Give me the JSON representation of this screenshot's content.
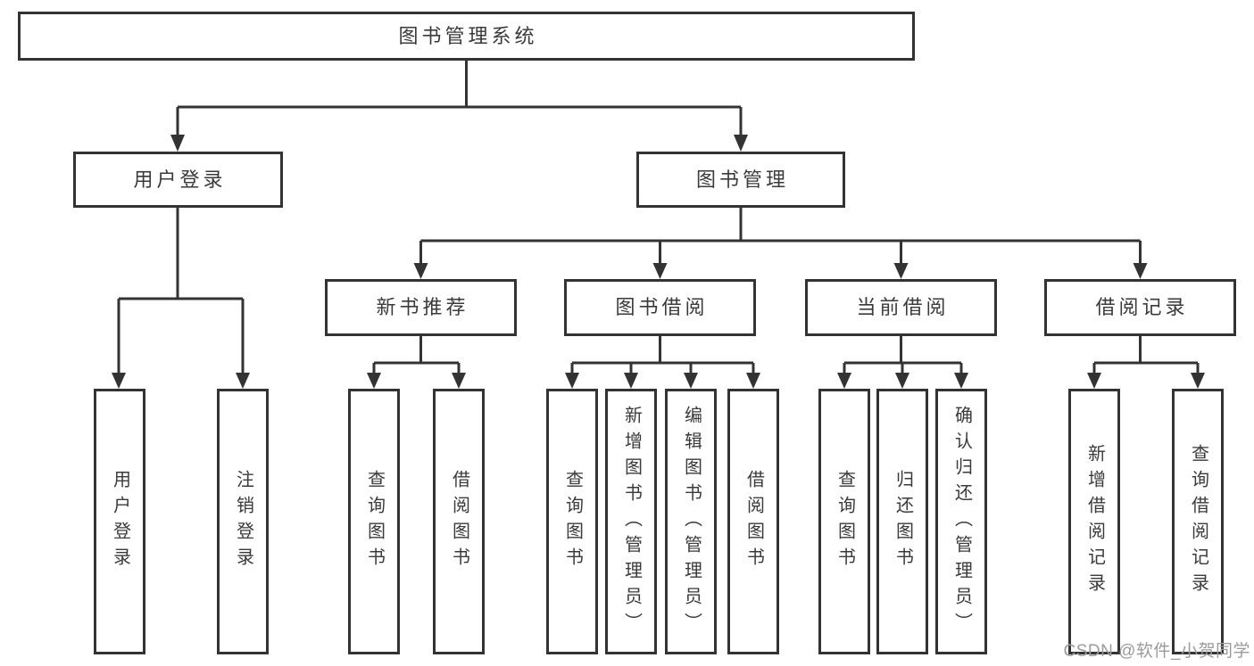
{
  "colors": {
    "line": "#333333",
    "box_border": "#333333",
    "text": "#3a3a3a",
    "background": "#ffffff",
    "watermark": "#9b9b9b"
  },
  "tree": {
    "root": {
      "label": "图书管理系统"
    },
    "branches": [
      {
        "label": "用户登录",
        "children": [
          {
            "label": "用户登录"
          },
          {
            "label": "注销登录"
          }
        ]
      },
      {
        "label": "图书管理",
        "children": [
          {
            "label": "新书推荐",
            "children": [
              {
                "label": "查询图书"
              },
              {
                "label": "借阅图书"
              }
            ]
          },
          {
            "label": "图书借阅",
            "children": [
              {
                "label": "查询图书"
              },
              {
                "label": "新增图书（管理员）"
              },
              {
                "label": "编辑图书（管理员）"
              },
              {
                "label": "借阅图书"
              }
            ]
          },
          {
            "label": "当前借阅",
            "children": [
              {
                "label": "查询图书"
              },
              {
                "label": "归还图书"
              },
              {
                "label": "确认归还（管理员）"
              }
            ]
          },
          {
            "label": "借阅记录",
            "children": [
              {
                "label": "新增借阅记录"
              },
              {
                "label": "查询借阅记录"
              }
            ]
          }
        ]
      }
    ]
  },
  "watermark": {
    "text": "CSDN @软件_小贺同学"
  }
}
